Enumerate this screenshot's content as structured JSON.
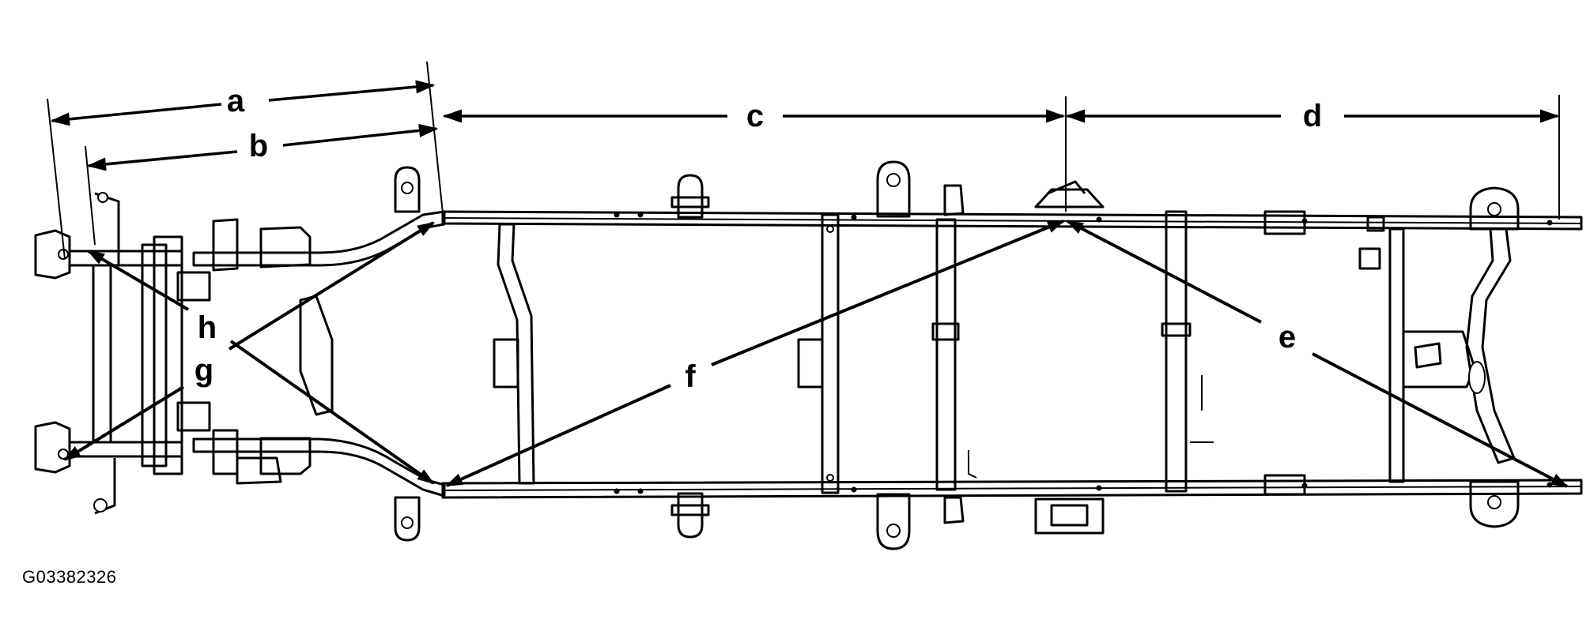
{
  "figure_code": "G03382326",
  "labels": {
    "a": "a",
    "b": "b",
    "c": "c",
    "d": "d",
    "e": "e",
    "f": "f",
    "g": "g",
    "h": "h"
  }
}
